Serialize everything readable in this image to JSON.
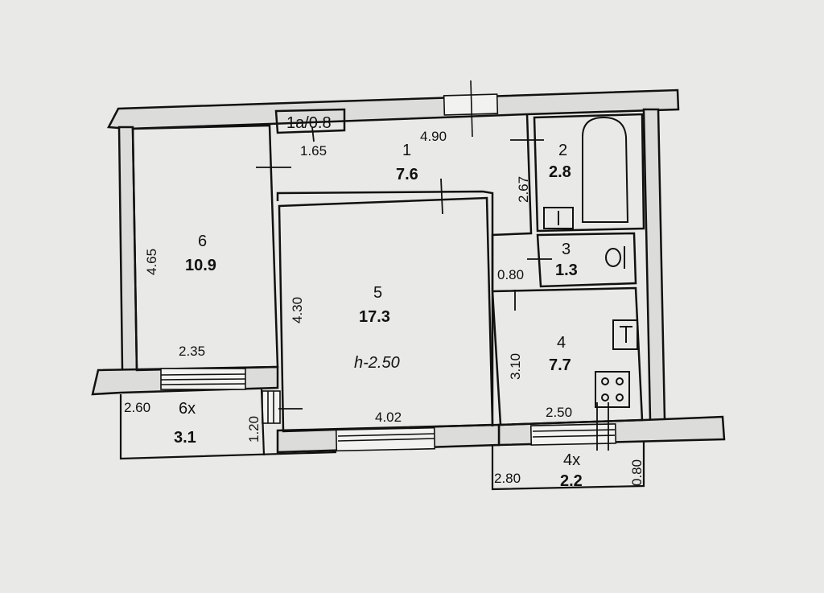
{
  "colors": {
    "paper": "#e9e9e7",
    "ink": "#111111",
    "wall_fill": "#dcdcda"
  },
  "rooms": {
    "r1a": {
      "label": "1a/0.8",
      "dim_width": "1.65"
    },
    "r1": {
      "num": "1",
      "area": "7.6",
      "dim_width": "4.90"
    },
    "r2": {
      "num": "2",
      "area": "2.8",
      "dim_height": "2.67"
    },
    "r3": {
      "num": "3",
      "area": "1.3",
      "dim_width": "0.80"
    },
    "r4": {
      "num": "4",
      "area": "7.7",
      "dim_height": "3.10",
      "dim_width": "2.50"
    },
    "r5": {
      "num": "5",
      "area": "17.3",
      "ceiling": "h-2.50",
      "dim_height": "4.30",
      "dim_width": "4.02"
    },
    "r6": {
      "num": "6",
      "area": "10.9",
      "dim_height": "4.65",
      "dim_width": "2.35"
    },
    "r6x": {
      "num": "6x",
      "area": "3.1",
      "dim_width": "2.60",
      "dim_depth": "1.20"
    },
    "r4x": {
      "num": "4x",
      "area": "2.2",
      "dim_width": "2.80",
      "dim_depth": "0.80"
    }
  }
}
